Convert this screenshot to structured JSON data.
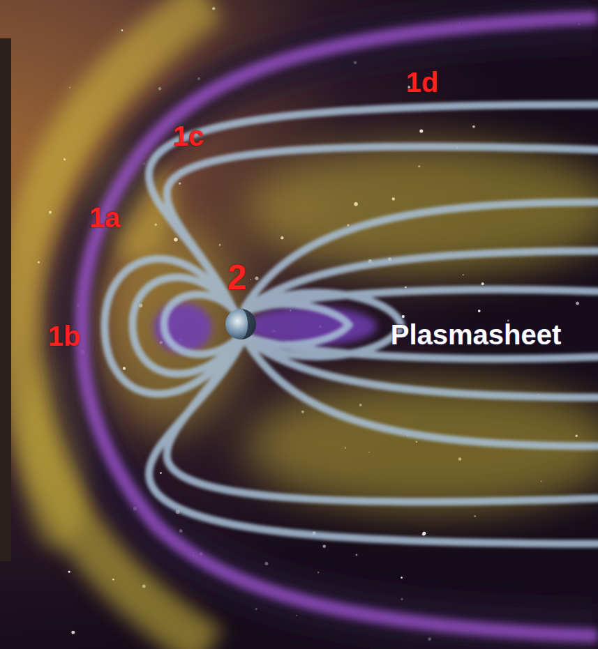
{
  "diagram": {
    "labels": [
      "1d",
      "1c",
      "1a",
      "2",
      "1b",
      "Plasmasheet"
    ]
  }
}
